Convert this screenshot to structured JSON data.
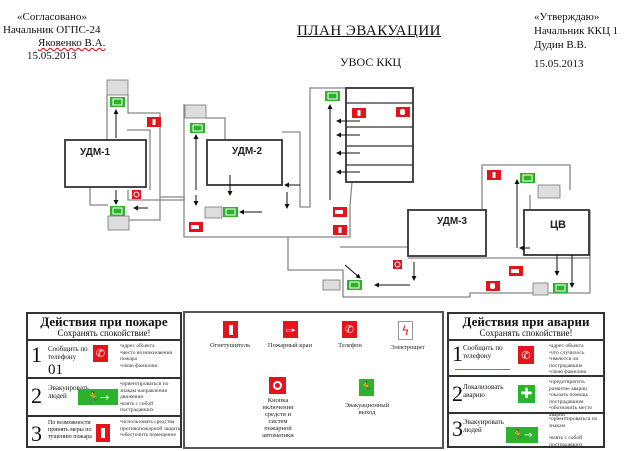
{
  "header": {
    "left": {
      "line1": "«Согласовано»",
      "line2": "Начальник ОГПС-24",
      "line3": "Яковенко В.А.",
      "date": "15.05.2013"
    },
    "title": "ПЛАН ЭВАКУАЦИИ",
    "subtitle": "УВОС ККЦ",
    "right": {
      "line1": "«Утверждаю»",
      "line2": "Начальник ККЦ 1",
      "line3": "Дудин В.В.",
      "date": "15.05.2013"
    }
  },
  "plan": {
    "rooms": {
      "udm1": "УДМ-1",
      "udm2": "УДМ-2",
      "udm3": "УДМ-3",
      "cv": "ЦВ"
    }
  },
  "fire_panel": {
    "title": "Действия при пожаре",
    "subtitle": "Сохранять спокойствие!",
    "rows": [
      {
        "num": "1",
        "action": "Сообщить по телефону",
        "phone": "01",
        "bullets": [
          "адрес объекта",
          "место возникновения пожара",
          "свою фамилию"
        ]
      },
      {
        "num": "2",
        "action": "Эвакуировать людей",
        "bullets": [
          "ориентироваться по знакам направления движения",
          "взять с собой пострадавших"
        ]
      },
      {
        "num": "3",
        "action": "По возможности принять меры по тушению пожара",
        "bullets": [
          "использовать средства противопожарной защиты",
          "обесточить помещение"
        ]
      }
    ]
  },
  "legend": {
    "items": [
      "Огнетушитель",
      "Пожарный кран",
      "Телефон",
      "Электрощит",
      "Кнопка включения средств и систем пожарной автоматики",
      "Эвакуационный выход"
    ]
  },
  "accident_panel": {
    "title": "Действия при аварии",
    "subtitle": "Сохранять спокойствие!",
    "rows": [
      {
        "num": "1",
        "action": "Сообщить по телефону",
        "bullets": [
          "адрес объекта",
          "что случилось",
          "имеются ли пострадавшие",
          "свою фамилию"
        ]
      },
      {
        "num": "2",
        "action": "Локализовать аварию",
        "bullets": [
          "предотвратить развитие аварии",
          "оказать помощь пострадавшим",
          "обозначить место аварии"
        ]
      },
      {
        "num": "3",
        "action": "Эвакуировать людей",
        "bullets": [
          "ориентироваться по знакам",
          "взять с собой пострадавших"
        ]
      }
    ]
  },
  "colors": {
    "fire_red": "#e3141b",
    "exit_green": "#2bb32b"
  }
}
